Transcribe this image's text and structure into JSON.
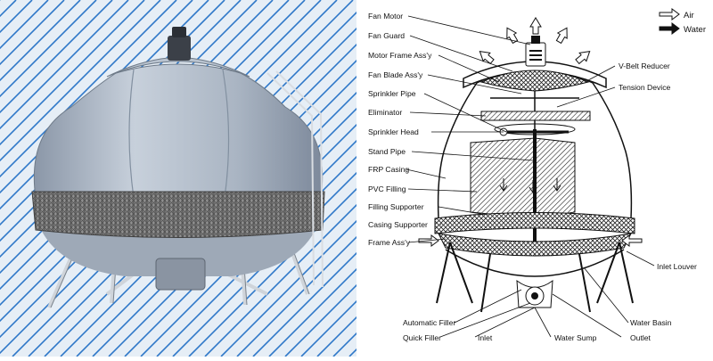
{
  "legend": {
    "air": "Air",
    "water": "Water"
  },
  "labels": {
    "fan_motor": "Fan Motor",
    "fan_guard": "Fan Guard",
    "motor_frame": "Motor Frame Ass'y",
    "fan_blade": "Fan  Blade Ass'y",
    "sprinkler_pipe": "Sprinkler Pipe",
    "eliminator": "Eliminator",
    "sprinkler_head": "Sprinkler Head",
    "stand_pipe": "Stand Pipe",
    "frp_casing": "FRP Casing",
    "pvc_filling": "PVC Filling",
    "filling_supporter": "Filling Supporter",
    "casing_supporter": "Casing Supporter",
    "frame_assy": "Frame Ass'y",
    "automatic_filler": "Automatic Filler",
    "quick_filler": "Quick Filler",
    "inlet": "Inlet",
    "water_sump": "Water Sump",
    "outlet": "Outlet",
    "water_basin": "Water Basin",
    "inlet_louver": "Inlet Louver",
    "tension_device": "Tension Device",
    "vbelt_reducer": "V-Belt Reducer"
  },
  "colors": {
    "photo_bg": "#e6eef6",
    "photo_stripe": "#2f78c8",
    "tank_body": "#aeb9c7",
    "louver_band": "#7f7f7f",
    "line": "#111111"
  }
}
